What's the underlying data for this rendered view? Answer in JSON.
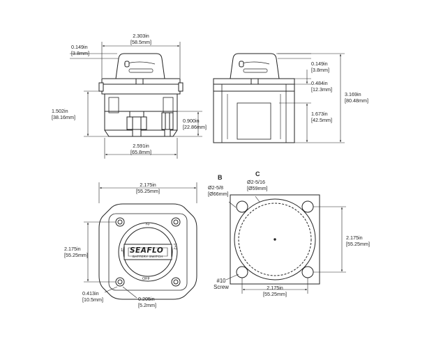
{
  "views": {
    "front": {
      "width_top": [
        "2.303in",
        "[58.5mm]"
      ],
      "knob_offset": [
        "0.149in",
        "[3.8mm]"
      ],
      "body_height": [
        "1.502in",
        "[38.16mm]"
      ],
      "stem_height": [
        "0.900in",
        "[22.86mm]"
      ],
      "width_bottom": [
        "2.591in",
        "[65.8mm]"
      ]
    },
    "side": {
      "knob_offset": [
        "0.149in",
        "[3.8mm]"
      ],
      "flange": [
        "0.484in",
        "[12.3mm]"
      ],
      "total_height": [
        "3.169in",
        "[80.48mm]"
      ],
      "housing_height": [
        "1.673in",
        "[42.5mm]"
      ]
    },
    "top": {
      "width": [
        "2.175in",
        "[55.25mm]"
      ],
      "height": [
        "2.175in",
        "[55.25mm]"
      ],
      "corner": [
        "0.413in",
        "[10.5mm]"
      ],
      "hole": [
        "0.205in",
        "[5.2mm]"
      ],
      "brand": "SEAFLO",
      "brand_sub": "BATTERY SWITCH",
      "pos_2": "2",
      "pos_both": "1+2",
      "pos_off": "OFF",
      "pos_1": "1"
    },
    "cutout": {
      "label_b": "B",
      "dia_b": [
        "Ø2-5/8",
        "[Ø66mm]"
      ],
      "label_c": "C",
      "dia_c": [
        "Ø2-5/16",
        "[Ø59mm]"
      ],
      "height": [
        "2.175in",
        "[55.25mm]"
      ],
      "width": [
        "2.175in",
        "[55.25mm]"
      ],
      "screw": [
        "#10",
        "Screw"
      ]
    }
  }
}
